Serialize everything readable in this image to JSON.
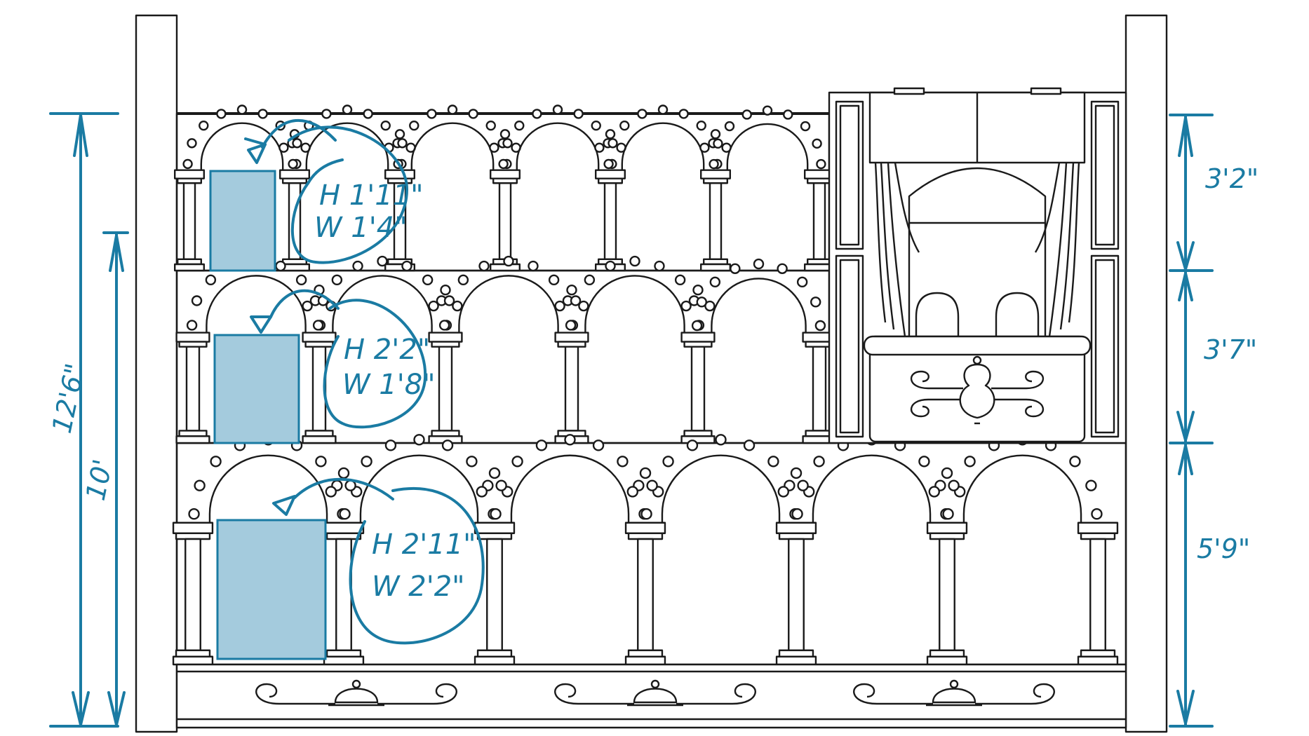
{
  "colors": {
    "accent": "#1a7ba3",
    "panel_fill": "#a4cbdd",
    "line": "#1a1a1a",
    "background": "#ffffff"
  },
  "tiers": [
    {
      "name": "top",
      "panel_height_label": "H 1'11\"",
      "panel_width_label": "W 1'4\""
    },
    {
      "name": "middle",
      "panel_height_label": "H 2'2\"",
      "panel_width_label": "W 1'8\""
    },
    {
      "name": "bottom",
      "panel_height_label": "H 2'11\"",
      "panel_width_label": "W 2'2\""
    }
  ],
  "dimensions": {
    "overall_height": "12'6\"",
    "inner_height": "10'",
    "right_segments": [
      "3'2\"",
      "3'7\"",
      "5'9\""
    ]
  },
  "icons": {
    "arch": "arch-motif",
    "ornament": "scroll-ornament",
    "curtain": "drapery"
  }
}
